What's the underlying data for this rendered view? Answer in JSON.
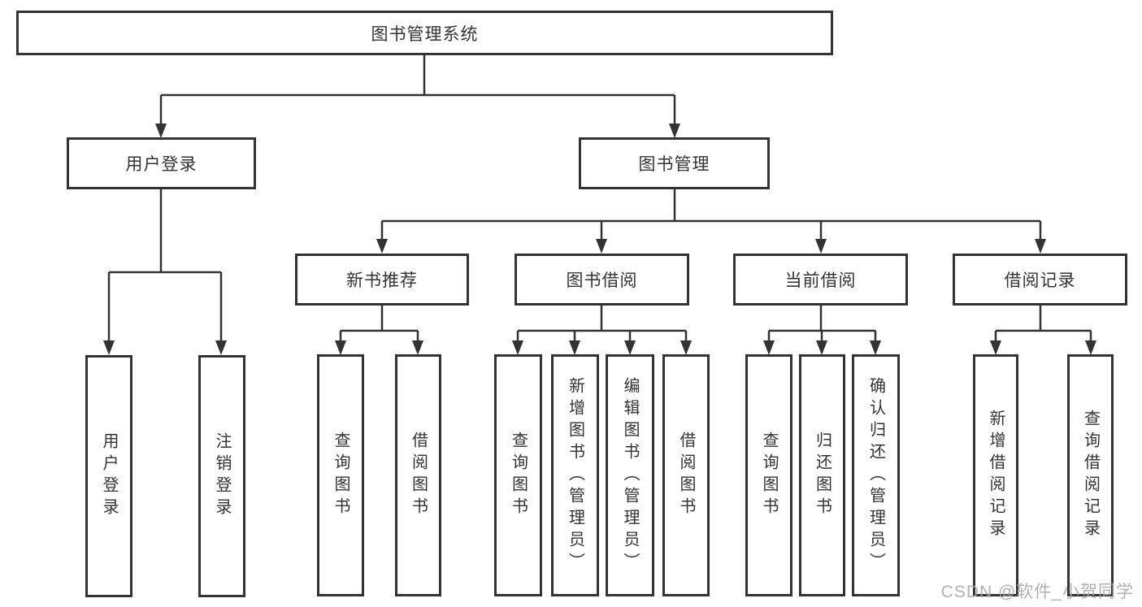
{
  "diagram": {
    "root": {
      "label": "图书管理系统"
    },
    "level2": [
      {
        "label": "用户登录"
      },
      {
        "label": "图书管理"
      }
    ],
    "level3": [
      {
        "label": "新书推荐"
      },
      {
        "label": "图书借阅"
      },
      {
        "label": "当前借阅"
      },
      {
        "label": "借阅记录"
      }
    ],
    "leaves": [
      {
        "label": "用户登录"
      },
      {
        "label": "注销登录"
      },
      {
        "label": "查询图书"
      },
      {
        "label": "借阅图书"
      },
      {
        "label": "查询图书"
      },
      {
        "label": "新增图书（管理员）"
      },
      {
        "label": "编辑图书（管理员）"
      },
      {
        "label": "借阅图书"
      },
      {
        "label": "查询图书"
      },
      {
        "label": "归还图书"
      },
      {
        "label": "确认归还（管理员）"
      },
      {
        "label": "新增借阅记录"
      },
      {
        "label": "查询借阅记录"
      }
    ],
    "watermark": "CSDN @软件_小贺同学",
    "colors": {
      "line": "#333333",
      "box_border": "#333333",
      "text": "#333333",
      "watermark": "#a8a8a8",
      "background": "#ffffff"
    }
  }
}
